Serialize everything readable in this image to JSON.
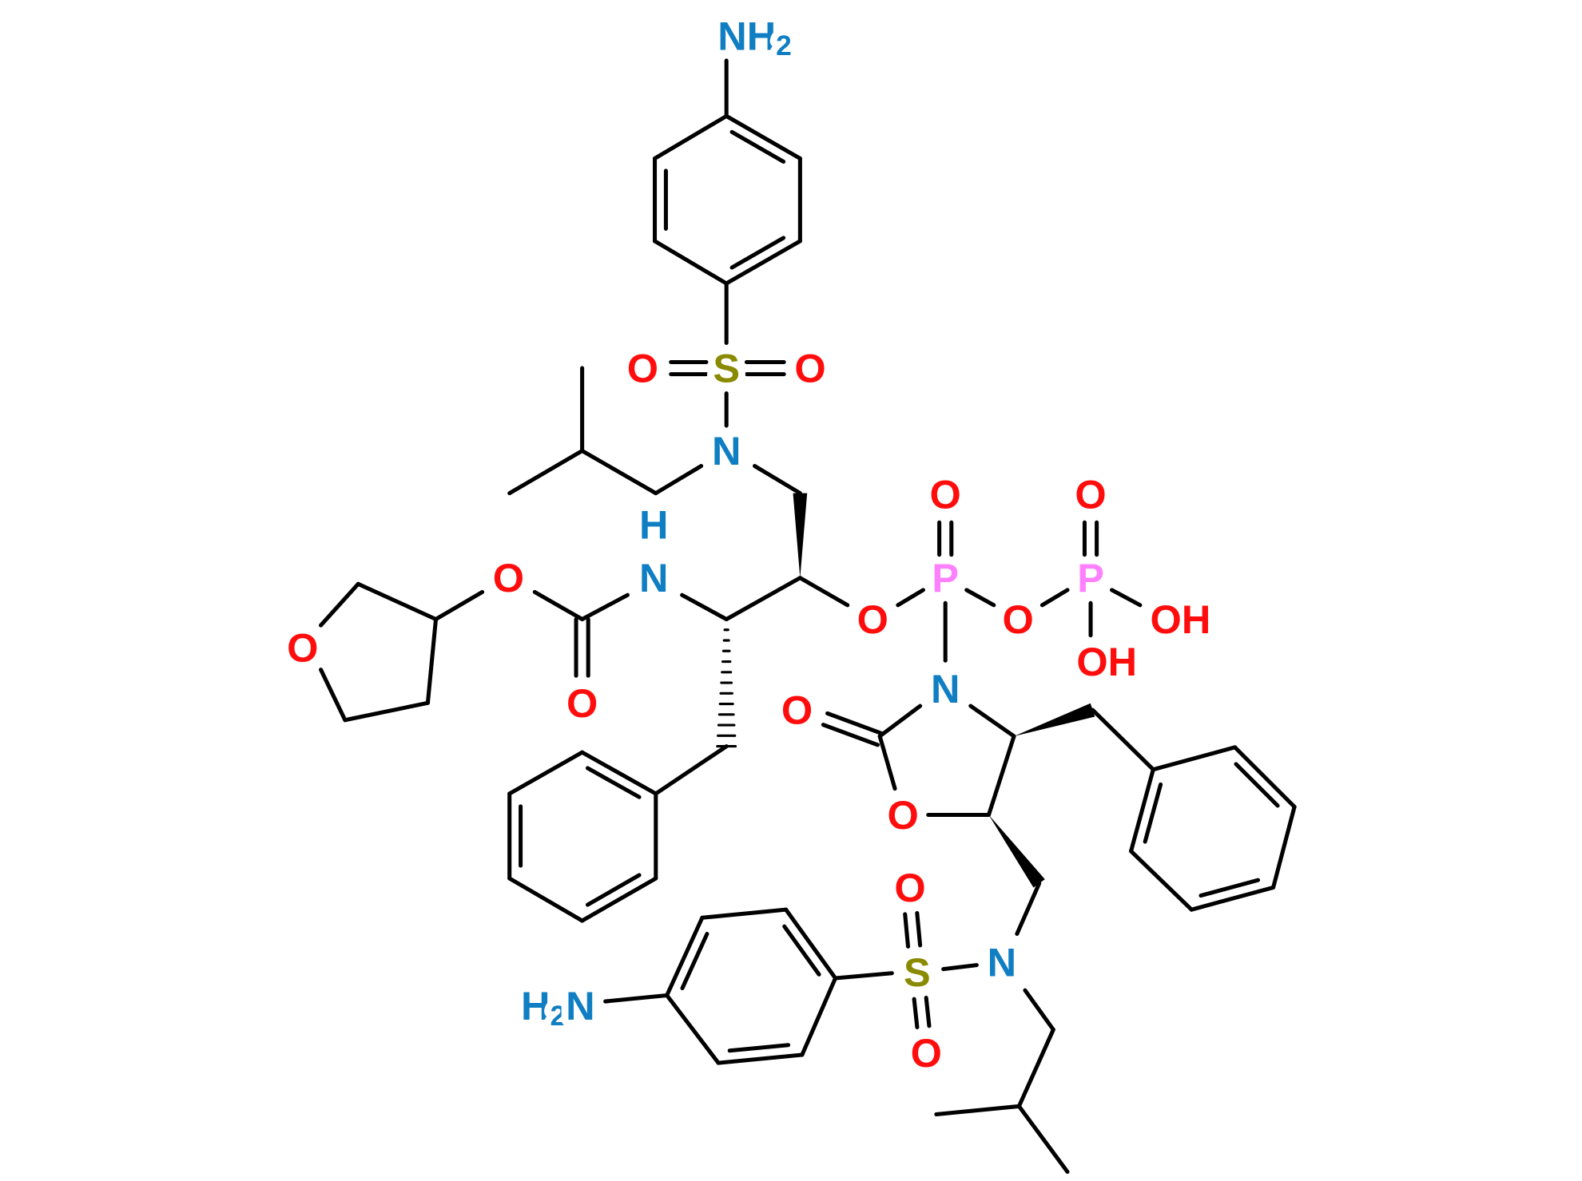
{
  "diagram": {
    "type": "chemical-structure",
    "colors": {
      "nitrogen": "#0f7ec2",
      "oxygen": "#ff0d0d",
      "sulfur": "#8a8a00",
      "phosphorus": "#ff80ff",
      "bond": "#000000"
    },
    "labels": {
      "nh2_top": "NH",
      "nh2_top_sub": "2",
      "s_top": "S",
      "o_s_top_left": "O",
      "o_s_top_right": "O",
      "n_top": "N",
      "nh_h": "H",
      "nh_n": "N",
      "o_carbamate": "O",
      "o_carbonyl_carbamate": "O",
      "o_thf": "O",
      "o_p1_link": "O",
      "p1": "P",
      "o_p1_double": "O",
      "o_bridge": "O",
      "p2": "P",
      "o_p2_double": "O",
      "oh_right": "OH",
      "oh_down": "OH",
      "n_ox": "N",
      "o_ox_carbonyl": "O",
      "o_ox_ring": "O",
      "s_bottom": "S",
      "o_s_bottom_top": "O",
      "o_s_bottom_bottom": "O",
      "n_bottom": "N",
      "h2n_bottom": "H",
      "h2n_bottom_sub": "2",
      "h2n_bottom_n": "N"
    }
  }
}
